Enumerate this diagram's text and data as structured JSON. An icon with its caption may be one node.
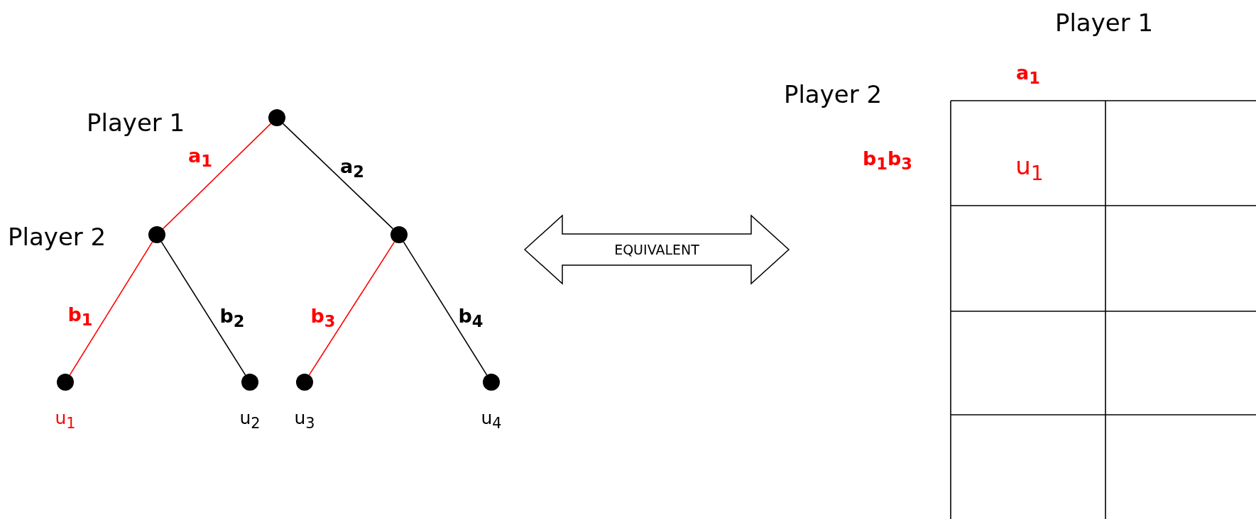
{
  "diagram": {
    "nodes": [
      {
        "text": [],
        "shape": "circle",
        "beside": [
          "Player 1"
        ]
      },
      {
        "text": [],
        "shape": "circle",
        "beside": [
          "Player 2"
        ]
      },
      {
        "text": [],
        "shape": "circle"
      },
      {
        "text": [],
        "shape": "circle",
        "beside": [
          "u$_{1}$"
        ]
      },
      {
        "text": [],
        "shape": "circle",
        "beside": [
          "u$_{2}$"
        ]
      },
      {
        "text": [],
        "shape": "circle",
        "beside": [
          "u$_{3}$"
        ]
      },
      {
        "text": [],
        "shape": "circle",
        "beside": [
          "u$_{4}$"
        ]
      },
      {
        "text": [
          "EQUIVALENT"
        ]
      }
    ],
    "edges": [
      {
        "from": 0,
        "to": 1,
        "arrow": "none",
        "label": "a$_{1}$",
        "color": "#ff0000"
      },
      {
        "from": 0,
        "to": 2,
        "arrow": "none",
        "label": "a$_{2}$",
        "color": "#000000"
      },
      {
        "from": 1,
        "to": 3,
        "arrow": "none",
        "label": "b$_{1}$",
        "color": "#ff0000"
      },
      {
        "from": 1,
        "to": 4,
        "arrow": "none",
        "label": "b$_{2}$",
        "color": "#000000"
      },
      {
        "from": 2,
        "to": 5,
        "arrow": "none",
        "label": "b$_{3}$",
        "color": "#ff0000"
      },
      {
        "from": 2,
        "to": 6,
        "arrow": "none",
        "label": "b$_{4}$",
        "color": "#000000"
      }
    ],
    "labels": [
      "Player 1",
      "a$_{1}$",
      "Player 2",
      "b$_{1}$b$_{3}$",
      "u$_{1}$"
    ]
  }
}
